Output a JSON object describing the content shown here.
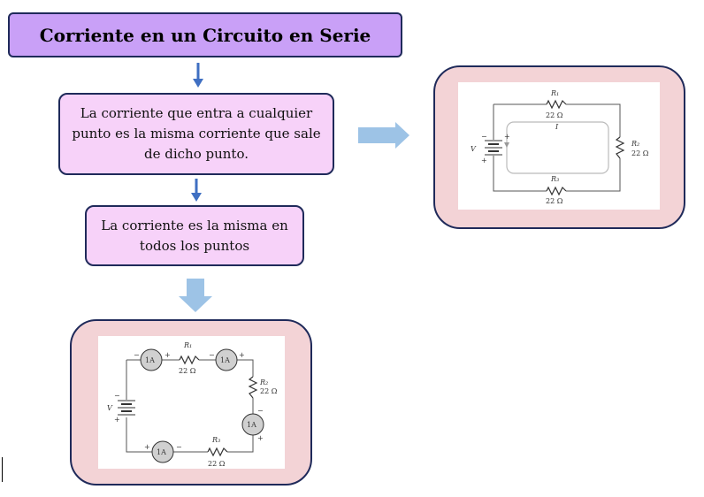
{
  "title": "Corriente en un Circuito en Serie",
  "step1": "La corriente que entra a cualquier punto es la misma corriente que sale de dicho punto.",
  "step2": "La corriente es la misma en todos los puntos",
  "circuit_top": {
    "r1_name": "R₁",
    "r1_value": "22 Ω",
    "r2_name": "R₂",
    "r2_value": "22 Ω",
    "r3_name": "R₃",
    "r3_value": "22 Ω",
    "current": "I",
    "source": "V",
    "minus": "−",
    "plus": "+"
  },
  "circuit_bottom": {
    "r1_name": "R₁",
    "r1_value": "22 Ω",
    "r2_name": "R₂",
    "r2_value": "22 Ω",
    "r3_name": "R₃",
    "r3_value": "22 Ω",
    "source": "V",
    "meter1": "1A",
    "meter2": "1A",
    "meter3": "1A",
    "meter4": "1A",
    "minus": "−",
    "plus": "+"
  },
  "colors": {
    "title_fill": "#c9a0f7",
    "step_fill": "#f7d2f9",
    "frame_fill": "#f3d3d6",
    "border": "#1f2a5a",
    "arrow_dark": "#3f6fc2",
    "arrow_light": "#9dc3e6"
  }
}
